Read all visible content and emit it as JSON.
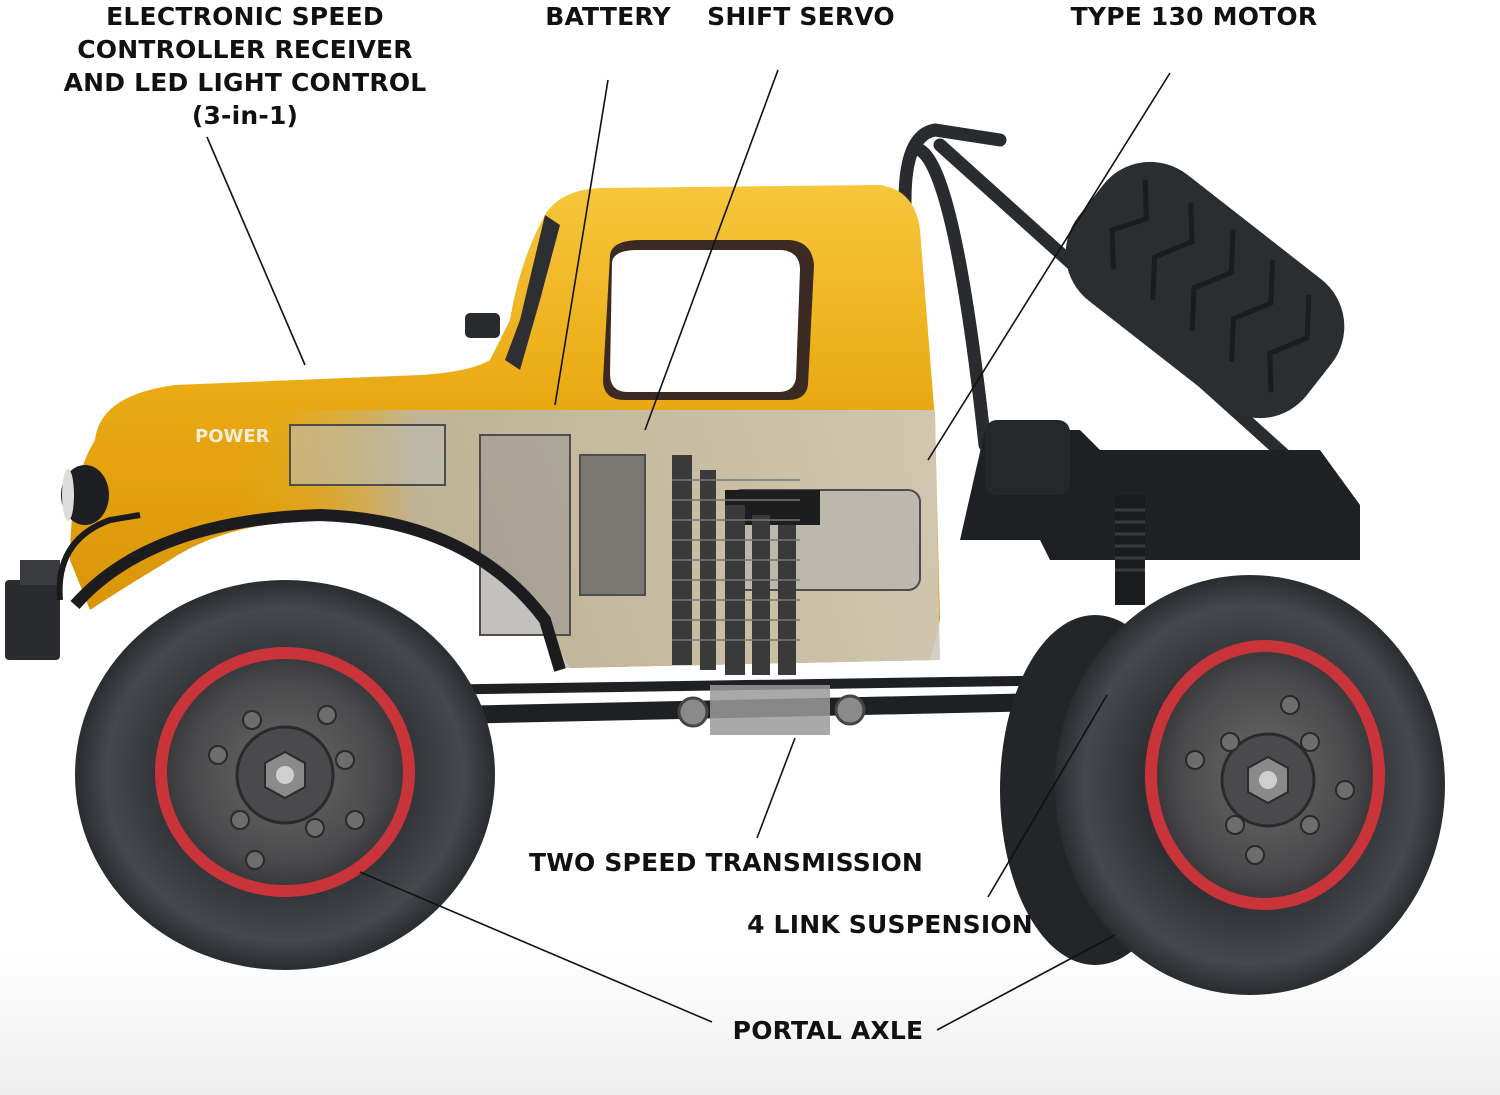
{
  "callouts": {
    "esc": {
      "lines": [
        "ELECTRONIC SPEED",
        "CONTROLLER RECEIVER",
        "AND LED LIGHT CONTROL",
        "(3-in-1)"
      ]
    },
    "battery": {
      "label": "BATTERY"
    },
    "shift_servo": {
      "label": "SHIFT SERVO"
    },
    "motor": {
      "label": "TYPE 130 MOTOR"
    },
    "transmission": {
      "label": "TWO SPEED TRANSMISSION"
    },
    "suspension": {
      "label": "4 LINK SUSPENSION"
    },
    "portal_axle": {
      "label": "PORTAL AXLE"
    }
  },
  "vehicle": {
    "hood_badge": "POWER",
    "body_color": "#E8A90E",
    "body_highlight": "#F6C945",
    "tire_color": "#3A3D42",
    "rim_color": "#C8343A",
    "chassis_color": "#1E1F22",
    "cutaway_gray": "#8E8E8E"
  }
}
